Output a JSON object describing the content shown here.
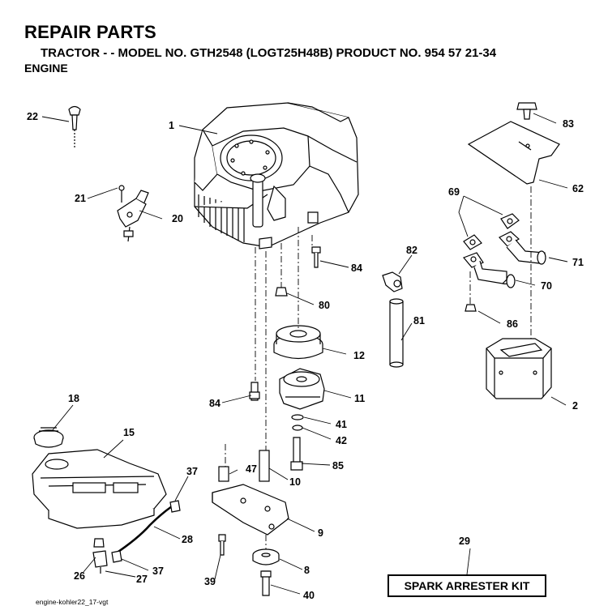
{
  "header": {
    "title": "REPAIR PARTS",
    "subtitle": "TRACTOR - - MODEL NO. GTH2548 (LOGT25H48B) PRODUCT NO. 954 57 21-34",
    "section": "ENGINE"
  },
  "callouts": [
    {
      "ref": "22",
      "part": "dipstick"
    },
    {
      "ref": "1",
      "part": "engine"
    },
    {
      "ref": "21",
      "part": "screw"
    },
    {
      "ref": "20",
      "part": "throttle-control"
    },
    {
      "ref": "83",
      "part": "knob"
    },
    {
      "ref": "62",
      "part": "heat-shield"
    },
    {
      "ref": "69",
      "part": "gasket"
    },
    {
      "ref": "71",
      "part": "exhaust-pipe-right"
    },
    {
      "ref": "70",
      "part": "exhaust-pipe-left"
    },
    {
      "ref": "86",
      "part": "nut"
    },
    {
      "ref": "82",
      "part": "fitting"
    },
    {
      "ref": "81",
      "part": "hose"
    },
    {
      "ref": "84",
      "part": "bolt-upper"
    },
    {
      "ref": "80",
      "part": "nut"
    },
    {
      "ref": "12",
      "part": "pulley"
    },
    {
      "ref": "11",
      "part": "electric-clutch"
    },
    {
      "ref": "84",
      "part": "bolt-lower"
    },
    {
      "ref": "41",
      "part": "washer"
    },
    {
      "ref": "42",
      "part": "lock-washer"
    },
    {
      "ref": "85",
      "part": "bolt"
    },
    {
      "ref": "2",
      "part": "muffler"
    },
    {
      "ref": "18",
      "part": "fuel-cap"
    },
    {
      "ref": "15",
      "part": "fuel-tank"
    },
    {
      "ref": "37",
      "part": "clamp-upper"
    },
    {
      "ref": "47",
      "part": "spacer"
    },
    {
      "ref": "10",
      "part": "spacer-tube"
    },
    {
      "ref": "28",
      "part": "fuel-line"
    },
    {
      "ref": "9",
      "part": "bracket"
    },
    {
      "ref": "26",
      "part": "bushing"
    },
    {
      "ref": "37",
      "part": "clamp-lower"
    },
    {
      "ref": "27",
      "part": "fuel-filter"
    },
    {
      "ref": "8",
      "part": "idler-pulley"
    },
    {
      "ref": "39",
      "part": "bolt"
    },
    {
      "ref": "40",
      "part": "bolt"
    },
    {
      "ref": "29",
      "part": "spark-arrester-kit"
    }
  ],
  "kit": {
    "label": "SPARK ARRESTER KIT"
  },
  "footer": {
    "code": "engine-kohler22_17-vgt"
  }
}
